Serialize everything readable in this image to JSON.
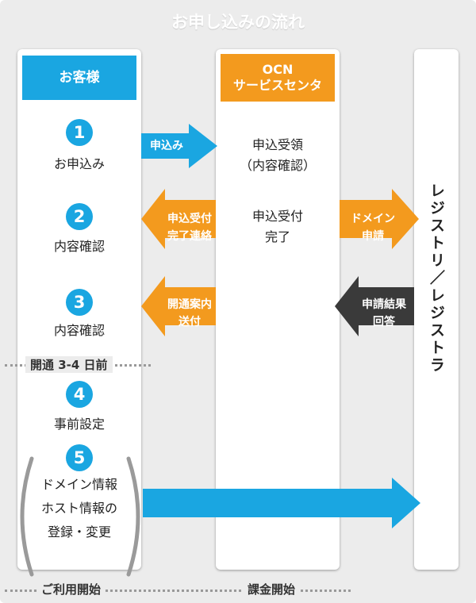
{
  "title": "お申し込みの流れ",
  "columns": {
    "customer": {
      "header": "お客様"
    },
    "center": {
      "header_line1": "OCN",
      "header_line2": "サービスセンタ"
    },
    "registry": {
      "label": "レジストリ／レジストラ"
    }
  },
  "steps": [
    {
      "number": "1",
      "line1": "お申込み"
    },
    {
      "number": "2",
      "line1": "内容確認"
    },
    {
      "number": "3",
      "line1": "内容確認"
    },
    {
      "number": "4",
      "line1": "事前設定"
    },
    {
      "number": "5",
      "line1": "ドメイン情報",
      "line2": "ホスト情報の",
      "line3": "登録・変更"
    }
  ],
  "center_texts": {
    "received_line1": "申込受領",
    "received_line2": "（内容確認）",
    "done_line1": "申込受付",
    "done_line2": "完了"
  },
  "arrows": {
    "apply": "申込み",
    "accept_notice_line1": "申込受付",
    "accept_notice_line2": "完了連絡",
    "guide_send_line1": "開通案内",
    "guide_send_line2": "送付",
    "domain_request_line1": "ドメイン",
    "domain_request_line2": "申請",
    "result_line1": "申請結果",
    "result_line2": "回答"
  },
  "notes": {
    "opening": "開通 3-4 日前",
    "service_start": "ご利用開始",
    "billing_start": "課金開始"
  },
  "colors": {
    "blue": "#1aa6e1",
    "orange": "#f39a1e",
    "dark": "#3a3a3a",
    "background": "#ececec"
  }
}
